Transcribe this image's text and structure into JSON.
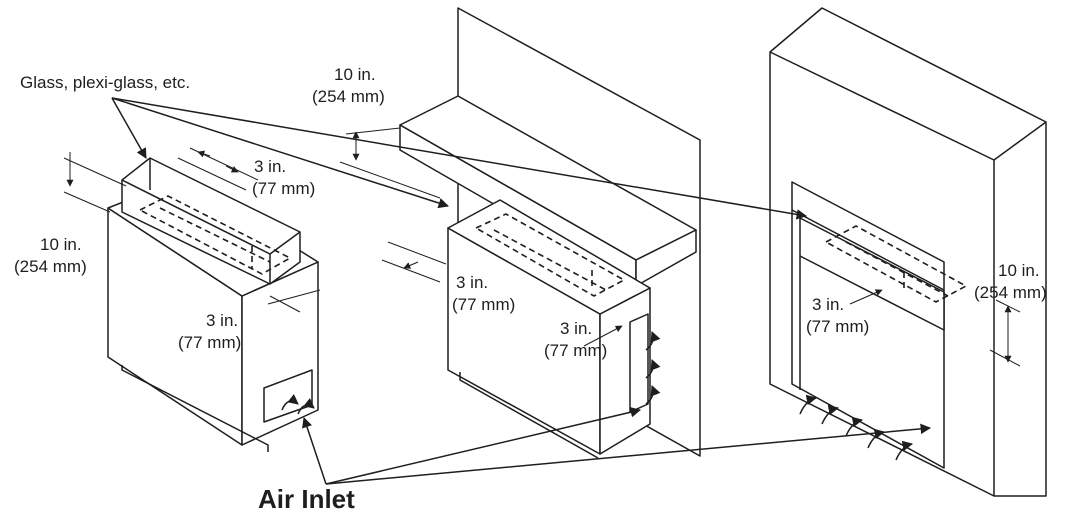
{
  "labels": {
    "glass": "Glass, plexi-glass, etc.",
    "air_inlet": "Air Inlet"
  },
  "dimensions": {
    "unit1_top": {
      "in": "3 in.",
      "mm": "(77 mm)"
    },
    "unit1_side": {
      "in": "10 in.",
      "mm": "(254 mm)"
    },
    "unit1_front": {
      "in": "3 in.",
      "mm": "(77 mm)"
    },
    "unit2_top": {
      "in": "10 in.",
      "mm": "(254 mm)"
    },
    "unit2_left": {
      "in": "3 in.",
      "mm": "(77 mm)"
    },
    "unit2_right": {
      "in": "3 in.",
      "mm": "(77 mm)"
    },
    "unit3_right": {
      "in": "10 in.",
      "mm": "(254 mm)"
    },
    "unit3_left": {
      "in": "3 in.",
      "mm": "(77 mm)"
    }
  },
  "colors": {
    "line": "#1e1e1e",
    "background": "#ffffff"
  }
}
